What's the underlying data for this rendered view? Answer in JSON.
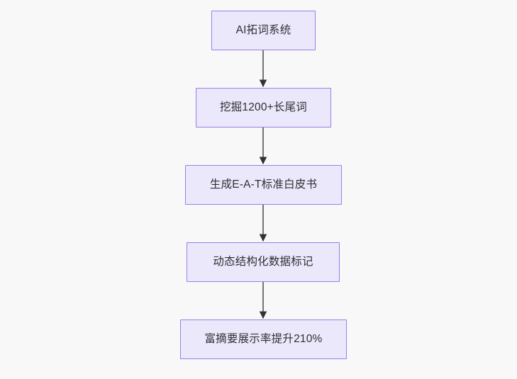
{
  "diagram": {
    "type": "flowchart",
    "direction": "top-to-bottom",
    "background_color": "#f8f8f9",
    "node_fill_color": "#ebe8fb",
    "node_border_color": "#9f7bea",
    "node_text_color": "#2f2f33",
    "edge_color": "#666666",
    "arrowhead_color": "#333333",
    "nodes": [
      {
        "id": "n1",
        "label": "AI拓词系统"
      },
      {
        "id": "n2",
        "label": "挖掘1200+长尾词"
      },
      {
        "id": "n3",
        "label": "生成E-A-T标准白皮书"
      },
      {
        "id": "n4",
        "label": "动态结构化数据标记"
      },
      {
        "id": "n5",
        "label": "富摘要展示率提升210%"
      }
    ],
    "edges": [
      {
        "from": "n1",
        "to": "n2",
        "label": ""
      },
      {
        "from": "n2",
        "to": "n3",
        "label": ""
      },
      {
        "from": "n3",
        "to": "n4",
        "label": ""
      },
      {
        "from": "n4",
        "to": "n5",
        "label": ""
      }
    ]
  }
}
